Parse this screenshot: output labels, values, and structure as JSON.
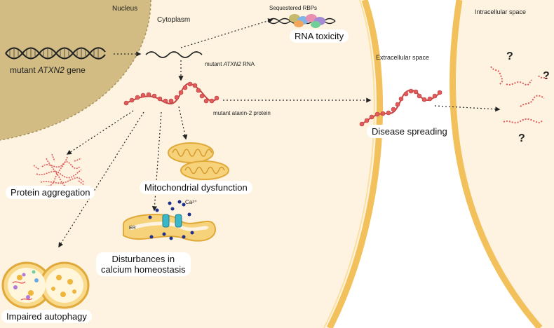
{
  "regions": {
    "nucleus": "Nucleus",
    "cytoplasm": "Cytoplasm",
    "extracellular": "Extracellular space",
    "intracellular": "Intracellular space"
  },
  "gene": {
    "prefix": "mutant ",
    "name": "ATXN2",
    "suffix": " gene"
  },
  "rna": {
    "prefix": "mutant ",
    "name": "ATXN2",
    "suffix": " RNA"
  },
  "protein_label": "mutant ataxin-2 protein",
  "sequestered": "Sequestered RBPs",
  "rna_toxicity": "RNA toxicity",
  "disease_spreading": "Disease spreading",
  "protein_aggregation": "Protein aggregation",
  "mitochondrial": "Mitochondrial dysfunction",
  "calcium": {
    "line1": "Disturbances in",
    "line2": "calcium homeostasis"
  },
  "ca_label": "Ca²⁺",
  "er_label": "ER",
  "autophagy": "Impaired autophagy",
  "unknown_mark": "?",
  "colors": {
    "nucleus": "#d2bc83",
    "membrane": "#f3c15b",
    "membrane_fill": "#fdf3e0",
    "protein": "#e25a5a",
    "ion": "#1d2f8a",
    "channel": "#3ab7c9"
  }
}
